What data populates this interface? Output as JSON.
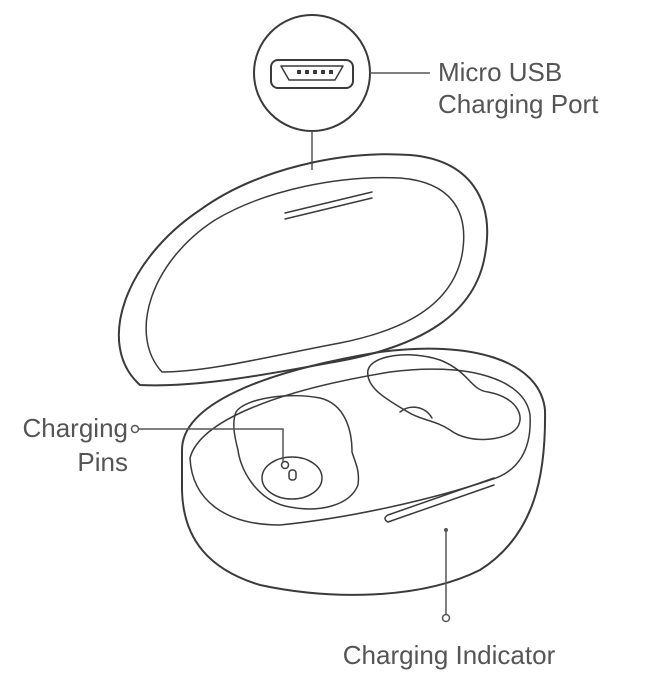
{
  "labels": {
    "usb_line1": "Micro USB",
    "usb_line2": "Charging Port",
    "pins_line1": "Charging",
    "pins_line2": "Pins",
    "indicator": "Charging Indicator"
  },
  "colors": {
    "line": "#3a3a3a",
    "text": "#555555",
    "background": "#ffffff"
  }
}
